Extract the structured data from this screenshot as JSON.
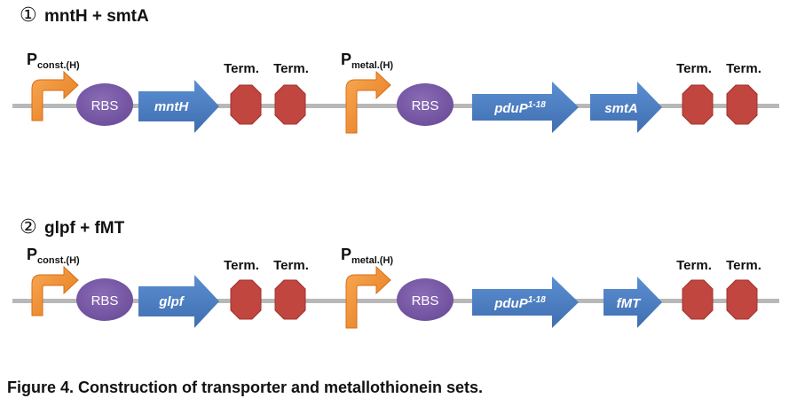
{
  "sets": [
    {
      "number": "①",
      "title": "mntH + smtA",
      "promoter1": {
        "label": "P",
        "sub": "const.(H)"
      },
      "rbs1": "RBS",
      "gene1": "mntH",
      "term_labels1": [
        "Term.",
        "Term."
      ],
      "promoter2": {
        "label": "P",
        "sub": "metal.(H)"
      },
      "rbs2": "RBS",
      "signal": {
        "name": "pduP",
        "sup": "1-18"
      },
      "gene2": "smtA",
      "term_labels2": [
        "Term.",
        "Term."
      ]
    },
    {
      "number": "②",
      "title": "glpf + fMT",
      "promoter1": {
        "label": "P",
        "sub": "const.(H)"
      },
      "rbs1": "RBS",
      "gene1": "glpf",
      "term_labels1": [
        "Term.",
        "Term."
      ],
      "promoter2": {
        "label": "P",
        "sub": "metal.(H)"
      },
      "rbs2": "RBS",
      "signal": {
        "name": "pduP",
        "sup": "1-18"
      },
      "gene2": "fMT",
      "term_labels2": [
        "Term.",
        "Term."
      ]
    }
  ],
  "caption": "Figure 4. Construction of transporter and metallothionein sets.",
  "colors": {
    "backbone": "#aaaaaa",
    "promoter": "#f08c2e",
    "rbs": "#7b5ba6",
    "arrow": "#4a7cc0",
    "terminator": "#c0463f"
  }
}
